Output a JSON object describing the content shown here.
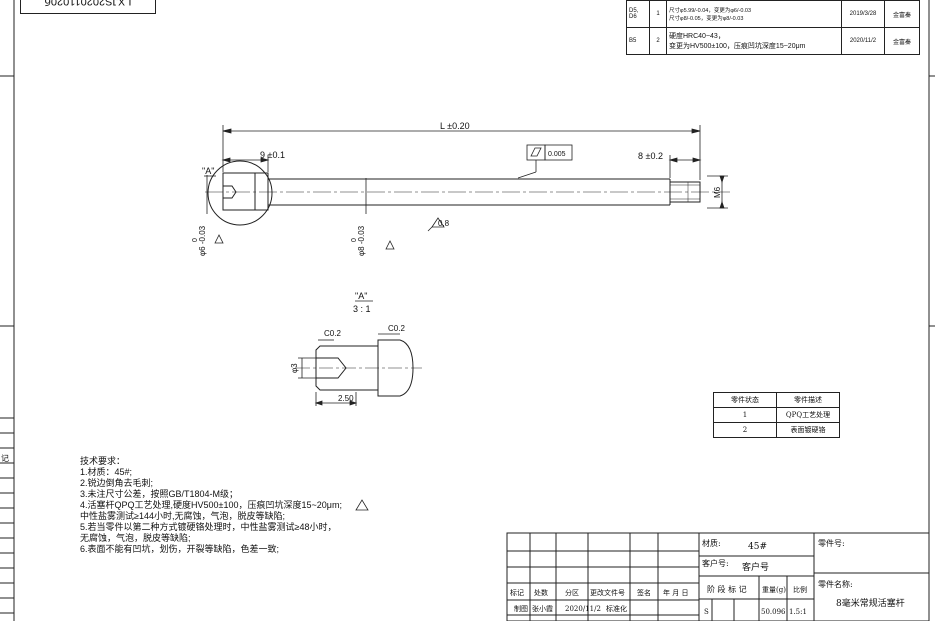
{
  "stamp": "LXJS202011020б",
  "revisions": [
    {
      "mark": "D5,\nD6",
      "num": "1",
      "desc": "尺寸φ5.99/-0.04，变更为φ6/-0.03\n尺寸φ8/-0.05，变更为φ8/-0.03",
      "date": "2019/3/28",
      "by": "金富秦"
    },
    {
      "mark": "B5",
      "num": "2",
      "desc": "硬度HRC40~43，\n变更为HV500±100，压痕凹坑深度15~20μm",
      "date": "2020/11/2",
      "by": "金富秦"
    }
  ],
  "dims": {
    "length": "L ±0.20",
    "shoulder": "9 ±0.1",
    "thread_len": "8 ±0.2",
    "tolerance_box": "0.005",
    "roughness": "0.8",
    "thread": "M6",
    "view_ref": "\"A\"",
    "dia6": "φ6 -0.03",
    "dia6_upper": "0",
    "dia8": "φ8 -0.03",
    "dia8_upper": "0",
    "detail_title": "\"A\"",
    "detail_scale": "3 : 1",
    "chamfer1": "C0.2",
    "chamfer2": "C0.2",
    "dia3": "φ3",
    "len250": "2.50"
  },
  "status_table": {
    "headers": [
      "零件状态",
      "零件描述"
    ],
    "rows": [
      [
        "1",
        "QPQ工艺处理"
      ],
      [
        "2",
        "表面镀硬铬"
      ]
    ]
  },
  "notes": [
    "技术要求：",
    "1.材质：45#;",
    "2.锐边倒角去毛刺;",
    "3.未注尺寸公差，按照GB/T1804-M级；",
    "4.活塞杆QPQ工艺处理,硬度HV500±100，压痕凹坑深度15~20μm;",
    "中性盐雾测试≥144小时,无腐蚀，气泡，脱皮等缺陷;",
    "5.若当零件以第二种方式镀硬铬处理时，中性盐雾测试≥48小时，",
    "无腐蚀，气泡，脱皮等缺陷;",
    "6.表面不能有凹坑，划伤，开裂等缺陷，色差一致;"
  ],
  "title_block": {
    "material_label": "材质:",
    "material": "45#",
    "customer_label": "客户号:",
    "customer": "客户号",
    "part_no_label": "零件号:",
    "part_name_label": "零件名称:",
    "part_name": "8毫米常规活塞杆",
    "stage_label": "阶 段 标 记",
    "weight_label": "重量(g)",
    "scale_label": "比例",
    "stage": "S",
    "weight": "50.096",
    "scale": "1.5:1",
    "row_headers": [
      "标记",
      "处数",
      "分区",
      "更改文件号",
      "签名",
      "年 月 日"
    ],
    "drawn_label": "制图",
    "drawn_by": "张小霞",
    "drawn_date": "2020/11/2",
    "standard_label": "标准化"
  },
  "side_mark": "记"
}
